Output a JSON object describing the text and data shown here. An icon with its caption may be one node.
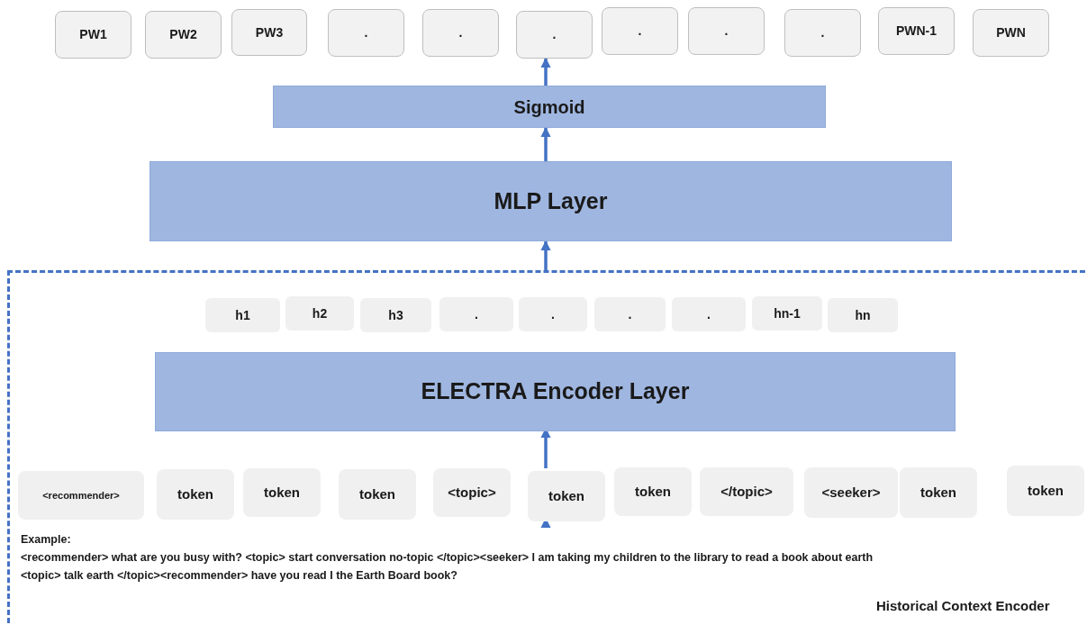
{
  "diagram": {
    "nodes": [
      {
        "text": [
          "PW1"
        ]
      },
      {
        "text": [
          "PW2"
        ]
      },
      {
        "text": [
          "PW3"
        ]
      },
      {
        "text": [
          "."
        ]
      },
      {
        "text": [
          "."
        ]
      },
      {
        "text": [
          "."
        ]
      },
      {
        "text": [
          "."
        ]
      },
      {
        "text": [
          "."
        ]
      },
      {
        "text": [
          "."
        ]
      },
      {
        "text": [
          "PWN-1"
        ]
      },
      {
        "text": [
          "PWN"
        ]
      },
      {
        "text": [
          "Sigmoid"
        ]
      },
      {
        "text": [
          "MLP Layer"
        ]
      },
      {
        "text": [
          "Historical Context Encoder"
        ]
      },
      {
        "text": [
          "h1"
        ],
        "in": 13
      },
      {
        "text": [
          "h2"
        ],
        "in": 13
      },
      {
        "text": [
          "h3"
        ],
        "in": 13
      },
      {
        "text": [
          "."
        ],
        "in": 13
      },
      {
        "text": [
          "."
        ],
        "in": 13
      },
      {
        "text": [
          "."
        ],
        "in": 13
      },
      {
        "text": [
          "."
        ],
        "in": 13
      },
      {
        "text": [
          "hn-1"
        ],
        "in": 13
      },
      {
        "text": [
          "hn"
        ],
        "in": 13
      },
      {
        "text": [
          "ELECTRA Encoder Layer"
        ],
        "in": 13
      },
      {
        "text": [
          "<recommender>"
        ],
        "in": 13
      },
      {
        "text": [
          "token"
        ],
        "in": 13
      },
      {
        "text": [
          "token"
        ],
        "in": 13
      },
      {
        "text": [
          "token"
        ],
        "in": 13
      },
      {
        "text": [
          "<topic>"
        ],
        "in": 13
      },
      {
        "text": [
          "token"
        ],
        "in": 13
      },
      {
        "text": [
          "token"
        ],
        "in": 13
      },
      {
        "text": [
          "</topic>"
        ],
        "in": 13
      },
      {
        "text": [
          "<seeker>"
        ],
        "in": 13
      },
      {
        "text": [
          "token"
        ],
        "in": 13
      },
      {
        "text": [
          "token"
        ],
        "in": 13
      },
      {
        "text": [
          "Example:",
          "<recommender> what are you busy with? <topic> start conversation no-topic </topic><seeker> I am taking my children to the library to read a book about earth <topic> talk earth </topic><recommender> have you read I the Earth Board book?"
        ],
        "in": 13
      }
    ],
    "edges": [
      {
        "from": 11,
        "to": 5,
        "arrow": "to"
      },
      {
        "from": 12,
        "to": 11,
        "arrow": "to"
      },
      {
        "from": 13,
        "to": 12,
        "arrow": "to"
      },
      {
        "from": 29,
        "to": 23,
        "arrow": "to"
      },
      {
        "from": 35,
        "to": 29,
        "arrow": "to"
      }
    ]
  }
}
